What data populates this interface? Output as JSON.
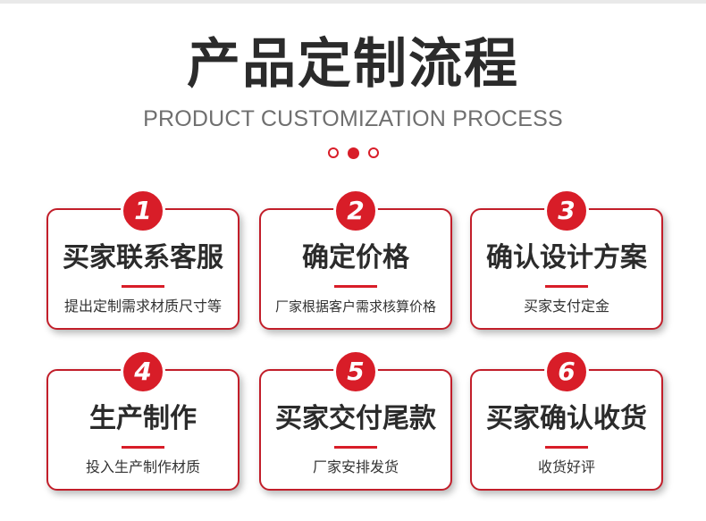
{
  "header": {
    "title": "产品定制流程",
    "subtitle": "PRODUCT CUSTOMIZATION PROCESS"
  },
  "carousel": {
    "active_index": 1,
    "count": 3
  },
  "steps": [
    {
      "number": "1",
      "title": "买家联系客服",
      "desc": "提出定制需求材质尺寸等"
    },
    {
      "number": "2",
      "title": "确定价格",
      "desc": "厂家根据客户需求核算价格"
    },
    {
      "number": "3",
      "title": "确认设计方案",
      "desc": "买家支付定金"
    },
    {
      "number": "4",
      "title": "生产制作",
      "desc": "投入生产制作材质"
    },
    {
      "number": "5",
      "title": "买家交付尾款",
      "desc": "厂家安排发货"
    },
    {
      "number": "6",
      "title": "买家确认收货",
      "desc": "收货好评"
    }
  ],
  "colors": {
    "accent": "#d81d28",
    "title": "#2b2b2b",
    "subtitle": "#6f6f6f"
  }
}
